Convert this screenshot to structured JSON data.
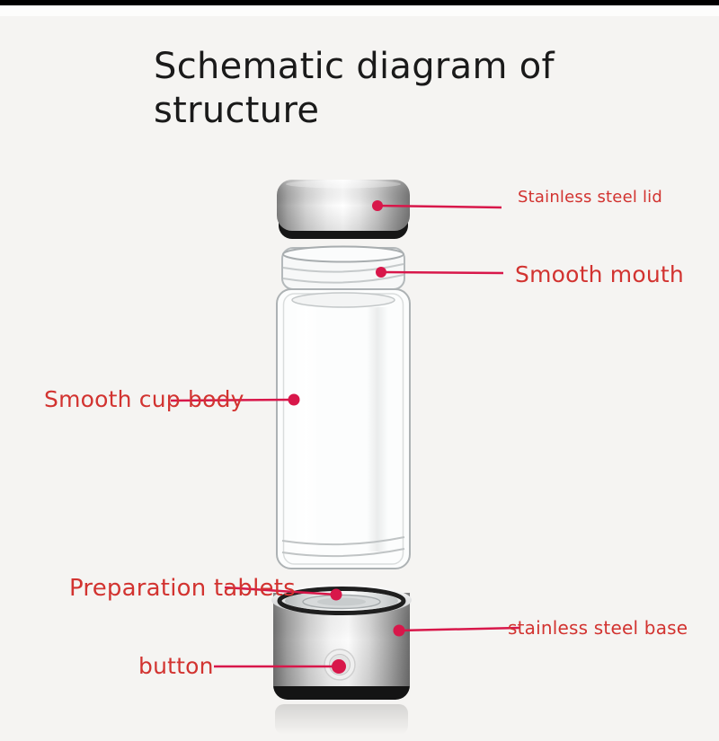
{
  "colors": {
    "background": "#f5f4f2",
    "top-bar": "#000000",
    "band": "#fdfdfc",
    "title-text": "#1a1a1a",
    "label-red": "#d23330",
    "leader-crimson": "#d8174a"
  },
  "title": {
    "text": "Schematic diagram of structure"
  },
  "labels": {
    "lid": {
      "text": "Stainless steel lid"
    },
    "mouth": {
      "text": "Smooth mouth"
    },
    "body": {
      "text": "Smooth cup body"
    },
    "tablets": {
      "text": "Preparation tablets"
    },
    "base": {
      "text": "stainless steel base"
    },
    "button": {
      "text": "button"
    }
  },
  "diagram": {
    "subject": "hydrogen water glass bottle",
    "parts": [
      "stainless-steel-lid",
      "smooth-mouth",
      "glass-cup-body",
      "preparation-tablets-chamber",
      "stainless-steel-base",
      "power-button"
    ]
  }
}
